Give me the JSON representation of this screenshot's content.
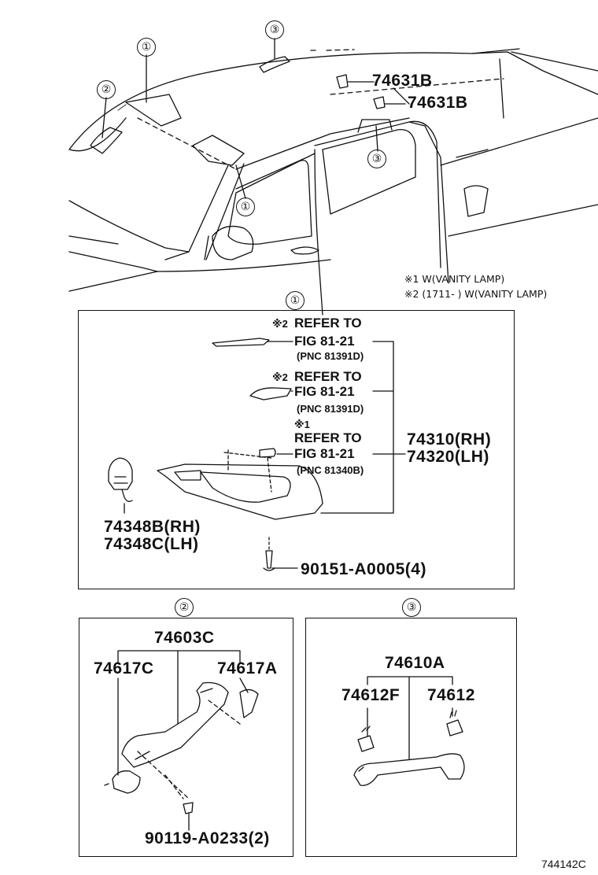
{
  "overview": {
    "notes": [
      "※1 W(VANITY LAMP)",
      "※2 (1711-      ) W(VANITY LAMP)"
    ],
    "labels": {
      "p74631b_a": "74631B",
      "p74631b_b": "74631B"
    },
    "callouts": [
      "①",
      "②",
      "③"
    ]
  },
  "panel1": {
    "circle": "①",
    "ref_a": {
      "mark": "※2",
      "line1": "REFER TO",
      "line2": "FIG 81-21",
      "line3": "(PNC 81391D)"
    },
    "ref_b": {
      "mark": "※2",
      "line1": "REFER TO",
      "line2": "FIG 81-21",
      "line3": "(PNC 81391D)"
    },
    "ref_c": {
      "mark": "※1",
      "line1": "REFER TO",
      "line2": "FIG 81-21",
      "line3": "(PNC 81340B)"
    },
    "visor_rh": "74310(RH)",
    "visor_lh": "74320(LH)",
    "holder_rh": "74348B(RH)",
    "holder_lh": "74348C(LH)",
    "screw": "90151-A0005(4)"
  },
  "panel2": {
    "circle": "②",
    "assy": "74603C",
    "cover_l": "74617C",
    "cover_r": "74617A",
    "screw": "90119-A0233(2)"
  },
  "panel3": {
    "circle": "③",
    "assy": "74610A",
    "cap_l": "74612F",
    "cap_r": "74612"
  },
  "figure_id": "744142C"
}
